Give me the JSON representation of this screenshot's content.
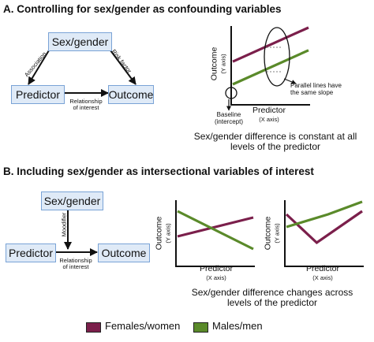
{
  "section_a": {
    "title": "A. Controlling for sex/gender as confounding variables",
    "boxes": {
      "sexgender": "Sex/gender",
      "predictor": "Predictor",
      "outcome": "Outcome"
    },
    "arrows": {
      "association": "Association",
      "risk_factor": "Risk factor",
      "relationship_l1": "Relationship",
      "relationship_l2": "of interest"
    },
    "chart": {
      "ylabel": "Outcome",
      "ysub": "(Y axis)",
      "xlabel": "Predictor",
      "xsub": "(X axis)",
      "annot_parallel_l1": "Parallel lines have",
      "annot_parallel_l2": "the same slope",
      "annot_baseline_l1": "Baseline",
      "annot_baseline_l2": "(intercept)"
    },
    "caption_l1": "Sex/gender difference is constant at all",
    "caption_l2": "levels of the predictor"
  },
  "section_b": {
    "title": "B. Including sex/gender as intersectional variables of interest",
    "boxes": {
      "sexgender": "Sex/gender",
      "predictor": "Predictor",
      "outcome": "Outcome"
    },
    "arrows": {
      "modifier": "Moodifier",
      "relationship_l1": "Relationship",
      "relationship_l2": "of interest"
    },
    "chart1": {
      "ylabel": "Outcome",
      "ysub": "(Y axis)",
      "xlabel": "Predictor",
      "xsub": "(X axis)"
    },
    "chart2": {
      "ylabel": "Outcome",
      "ysub": "(Y axis)",
      "xlabel": "Predictor",
      "xsub": "(X axis)"
    },
    "caption_l1": "Sex/gender difference changes across",
    "caption_l2": "levels of the predictor"
  },
  "legend": {
    "females": {
      "label": "Females/women",
      "color": "#7b1f4b"
    },
    "males": {
      "label": "Males/men",
      "color": "#5a8a2a"
    }
  },
  "chart_data": [
    {
      "type": "line",
      "series": [
        {
          "name": "Females/women",
          "x": [
            0,
            1
          ],
          "y": [
            0.55,
            1.0
          ]
        },
        {
          "name": "Males/men",
          "x": [
            0,
            1
          ],
          "y": [
            0.25,
            0.7
          ]
        }
      ]
    },
    {
      "type": "line",
      "series": [
        {
          "name": "Females/women",
          "x": [
            0,
            1
          ],
          "y": [
            0.45,
            0.75
          ]
        },
        {
          "name": "Males/men",
          "x": [
            0,
            1
          ],
          "y": [
            0.85,
            0.25
          ]
        }
      ]
    },
    {
      "type": "line",
      "series": [
        {
          "name": "Females/women",
          "x": [
            0,
            0.4,
            1
          ],
          "y": [
            0.8,
            0.35,
            0.85
          ]
        },
        {
          "name": "Males/men",
          "x": [
            0,
            0.55,
            1
          ],
          "y": [
            0.6,
            0.8,
            1.0
          ]
        }
      ]
    }
  ]
}
